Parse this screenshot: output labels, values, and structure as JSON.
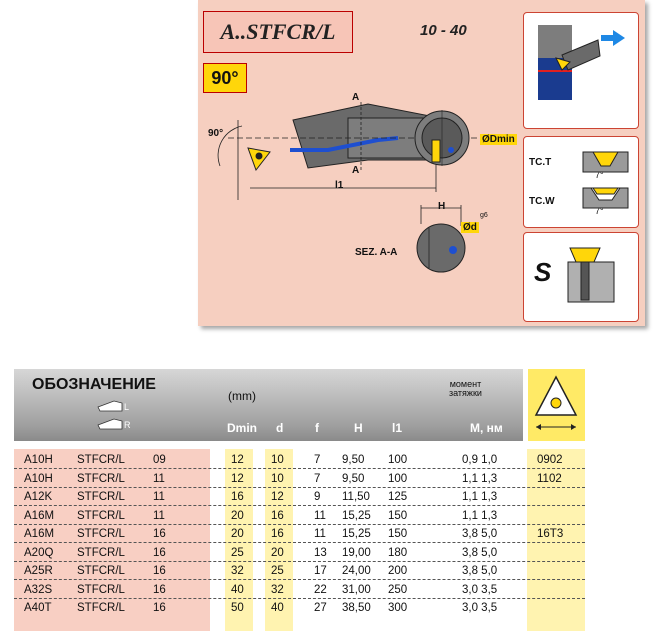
{
  "drawing": {
    "title": "A..STFCR/L",
    "range": "10 -  40",
    "angle_badge": "90°",
    "angle_label": "90°",
    "dim_l1": "l1",
    "dim_dmin": "ØDmin",
    "section_a": "A",
    "dim_h": "H",
    "dim_d": "Ød",
    "dim_d_tol": "g6",
    "section_label": "SEZ. A-A",
    "tc_t": "TC.T",
    "tc_w": "TC.W",
    "tc_angle": "7°",
    "s_label": "S",
    "colors": {
      "panel": "#f6cfc0",
      "badge": "#ffd60a",
      "accent_red": "#b00000",
      "insert_yellow": "#ffd60a"
    }
  },
  "table": {
    "header": {
      "title": "ОБОЗНАЧЕНИЕ",
      "hand_l": "L",
      "hand_r": "R",
      "unit": "(mm)",
      "moment_line1": "момент",
      "moment_line2": "затяжки",
      "columns": [
        "Dmin",
        "d",
        "f",
        "H",
        "l1",
        "M, нм"
      ]
    },
    "rows": [
      {
        "code": "A10H",
        "type": "STFCR/L",
        "size": "09",
        "dmin": "12",
        "d": "10",
        "f": "7",
        "h": "9,50",
        "l1": "100",
        "m": "0,9  1,0",
        "insert": "0902"
      },
      {
        "code": "A10H",
        "type": "STFCR/L",
        "size": "11",
        "dmin": "12",
        "d": "10",
        "f": "7",
        "h": "9,50",
        "l1": "100",
        "m": "1,1  1,3",
        "insert": "1102"
      },
      {
        "code": "A12K",
        "type": "STFCR/L",
        "size": "11",
        "dmin": "16",
        "d": "12",
        "f": "9",
        "h": "11,50",
        "l1": "125",
        "m": "1,1  1,3",
        "insert": ""
      },
      {
        "code": "A16M",
        "type": "STFCR/L",
        "size": "11",
        "dmin": "20",
        "d": "16",
        "f": "11",
        "h": "15,25",
        "l1": "150",
        "m": "1,1  1,3",
        "insert": ""
      },
      {
        "code": "A16M",
        "type": "STFCR/L",
        "size": "16",
        "dmin": "20",
        "d": "16",
        "f": "11",
        "h": "15,25",
        "l1": "150",
        "m": "3,8  5,0",
        "insert": "16T3"
      },
      {
        "code": "A20Q",
        "type": "STFCR/L",
        "size": "16",
        "dmin": "25",
        "d": "20",
        "f": "13",
        "h": "19,00",
        "l1": "180",
        "m": "3,8  5,0",
        "insert": ""
      },
      {
        "code": "A25R",
        "type": "STFCR/L",
        "size": "16",
        "dmin": "32",
        "d": "25",
        "f": "17",
        "h": "24,00",
        "l1": "200",
        "m": "3,8  5,0",
        "insert": ""
      },
      {
        "code": "A32S",
        "type": "STFCR/L",
        "size": "16",
        "dmin": "40",
        "d": "32",
        "f": "22",
        "h": "31,00",
        "l1": "250",
        "m": "3,0  3,5",
        "insert": ""
      },
      {
        "code": "A40T",
        "type": "STFCR/L",
        "size": "16",
        "dmin": "50",
        "d": "40",
        "f": "27",
        "h": "38,50",
        "l1": "300",
        "m": "3,0  3,5",
        "insert": ""
      }
    ]
  }
}
